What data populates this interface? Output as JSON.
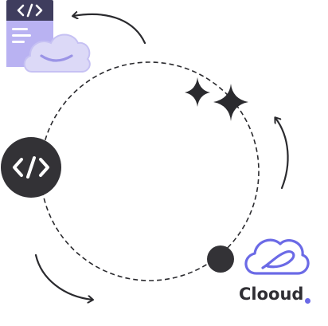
{
  "nodes": {
    "code_node": {
      "icon": "code-brackets-icon"
    },
    "document_card": {
      "icon": "code-brackets-icon"
    },
    "cloud": {
      "icon": "smiling-cloud-icon"
    },
    "sparkles": {
      "icon": "sparkle-icon"
    },
    "handle": {
      "icon": "dot-icon"
    }
  },
  "brand": {
    "name": "Clooud",
    "icon": "cloud-logo-icon",
    "accent_color": "#6b6ae6"
  },
  "arrows": [
    {
      "icon": "curved-arrow-icon",
      "direction": "left"
    },
    {
      "icon": "curved-arrow-icon",
      "direction": "up"
    },
    {
      "icon": "curved-arrow-icon",
      "direction": "right"
    }
  ],
  "colors": {
    "dark": "#333236",
    "lavender": "#b9b2f2",
    "cloud_fill": "#dcd9f7",
    "header": "#3f3d5e"
  }
}
